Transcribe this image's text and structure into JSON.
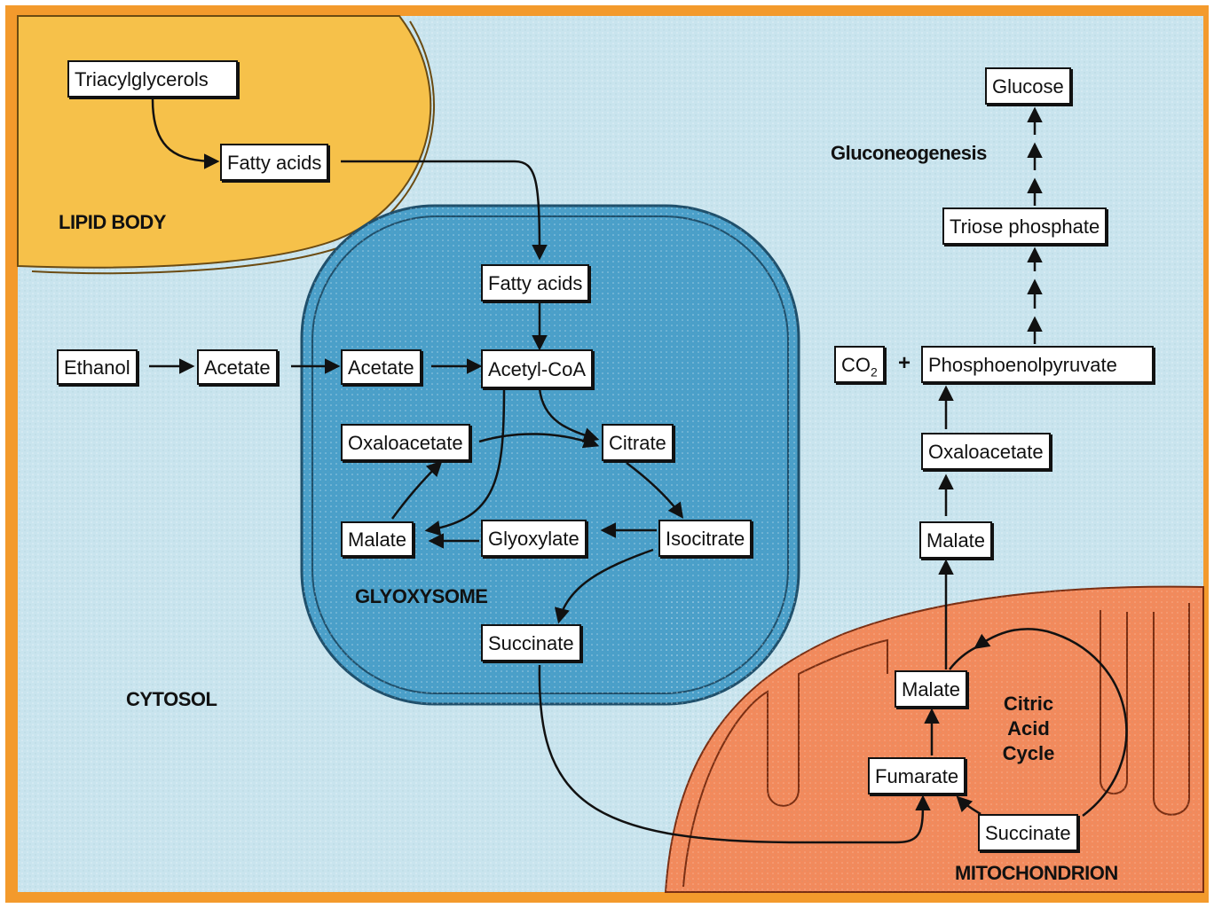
{
  "colors": {
    "frame": "#f39a2c",
    "cytosol": "#c9e4ee",
    "lipid_body": "#f6c14a",
    "glyoxysome": "#4a9fc9",
    "mitochondrion": "#f28a5c"
  },
  "regions": {
    "lipid_body": "LIPID BODY",
    "cytosol": "CYTOSOL",
    "glyoxysome": "GLYOXYSOME",
    "mitochondrion": "MITOCHONDRION",
    "gluconeogenesis": "Gluconeogenesis",
    "citric_acid_cycle": "Citric\nAcid\nCycle"
  },
  "nodes": {
    "triacylglycerols": "Triacylglycerols",
    "fatty_acids_lipid": "Fatty acids",
    "fatty_acids_glyox": "Fatty acids",
    "ethanol": "Ethanol",
    "acetate_cytosol": "Acetate",
    "acetate_glyox": "Acetate",
    "acetyl_coa": "Acetyl-CoA",
    "oxaloacetate_glyox": "Oxaloacetate",
    "citrate": "Citrate",
    "malate_glyox": "Malate",
    "glyoxylate": "Glyoxylate",
    "isocitrate": "Isocitrate",
    "succinate_glyox": "Succinate",
    "glucose": "Glucose",
    "triose_phosphate": "Triose phosphate",
    "co2": "CO",
    "co2_sub": "2",
    "plus": "+",
    "phosphoenolpyruvate": "Phosphoenolpyruvate",
    "oxaloacetate_cytosol": "Oxaloacetate",
    "malate_cytosol": "Malate",
    "malate_mito": "Malate",
    "fumarate": "Fumarate",
    "succinate_mito": "Succinate"
  }
}
